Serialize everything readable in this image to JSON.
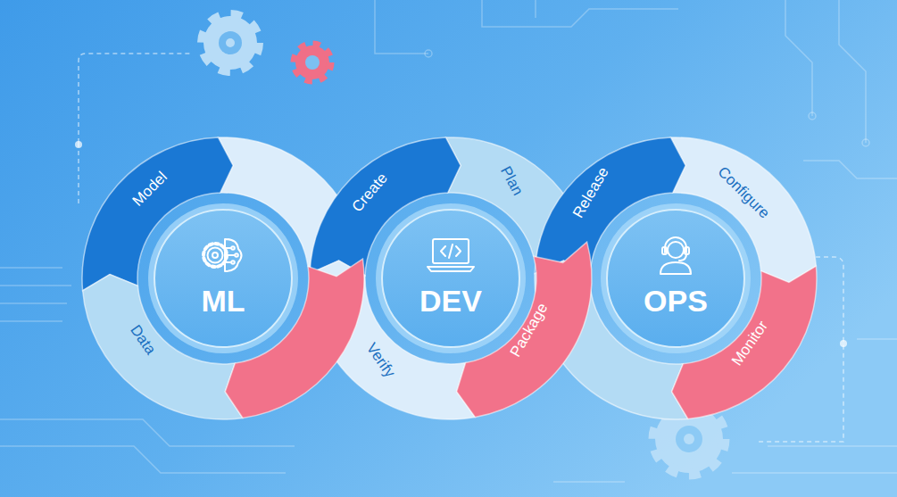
{
  "diagram": {
    "nodes": [
      {
        "text": [
          "Model"
        ]
      },
      {
        "text": [
          "ML"
        ]
      },
      {
        "text": [
          "Data"
        ]
      },
      {
        "text": [
          "Create"
        ]
      },
      {
        "text": [
          "Plan"
        ]
      },
      {
        "text": [
          "DEV"
        ]
      },
      {
        "text": [
          "Verify"
        ]
      },
      {
        "text": [
          "Package"
        ]
      },
      {
        "text": [
          "Release"
        ]
      },
      {
        "text": [
          "Configure"
        ]
      },
      {
        "text": [
          "OPS"
        ]
      },
      {
        "text": [
          "Monitor"
        ]
      }
    ]
  }
}
